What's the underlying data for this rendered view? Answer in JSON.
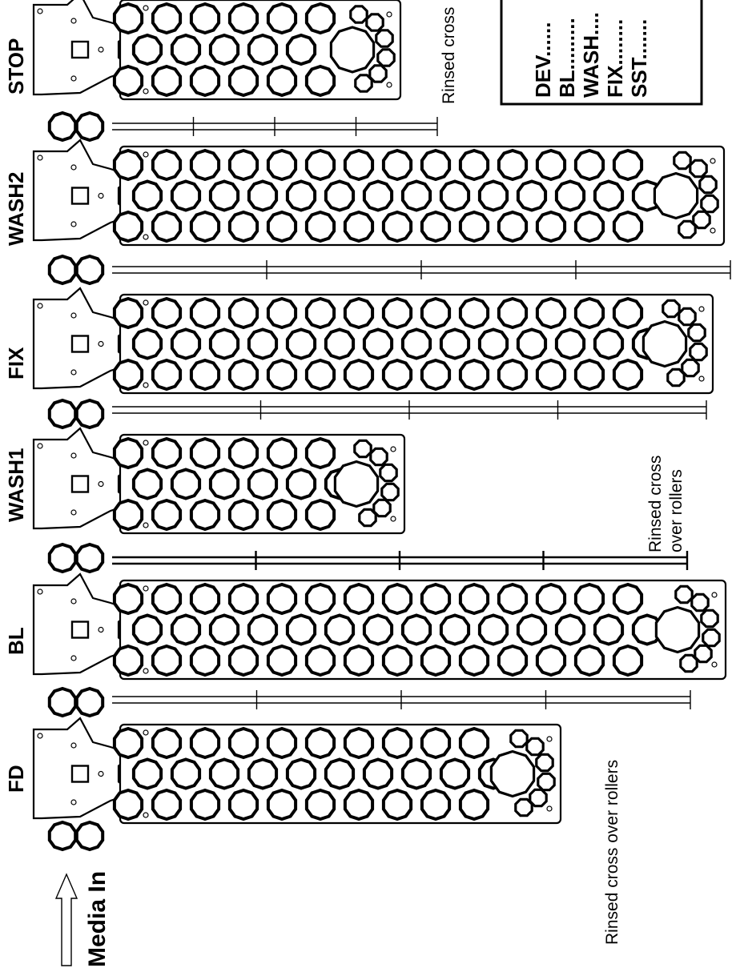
{
  "diagram": {
    "media_in_label": "Media In",
    "racks": [
      {
        "id": "fd",
        "label": "FD",
        "racks_long": "long"
      },
      {
        "id": "bl",
        "label": "BL",
        "racks_long": "long"
      },
      {
        "id": "wash1",
        "label": "WASH1",
        "racks_long": "short"
      },
      {
        "id": "fix",
        "label": "FIX",
        "racks_long": "long"
      },
      {
        "id": "wash2",
        "label": "WASH2",
        "racks_long": "long"
      },
      {
        "id": "stop",
        "label": "STOP",
        "racks_long": "short"
      }
    ],
    "notes": {
      "fd_rinse": "Rinsed cross over rollers",
      "wash1_rinse_line1": "Rinsed cross",
      "wash1_rinse_line2": "over rollers",
      "stop_rinse": "Rinsed cross"
    },
    "legend": {
      "items": [
        "DEV......",
        "BL.........",
        "WASH....",
        "FIX........",
        "SST......."
      ]
    }
  }
}
